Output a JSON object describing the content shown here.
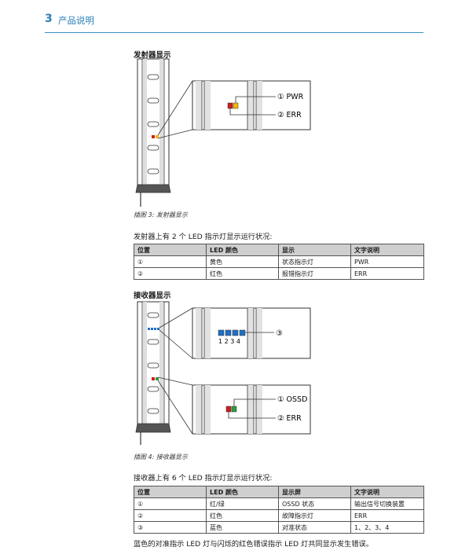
{
  "header": {
    "number": "3",
    "title": "产品说明"
  },
  "transmitter": {
    "heading": "发射器显示",
    "callouts": {
      "pwr": "① PWR",
      "err": "② ERR"
    },
    "caption": "插图 3: 发射器显示",
    "intro": "发射器上有 2 个 LED 指示灯显示运行状况:",
    "table": {
      "headers": [
        "位置",
        "LED 颜色",
        "显示",
        "文字说明"
      ],
      "rows": [
        [
          "①",
          "黄色",
          "状态指示灯",
          "PWR"
        ],
        [
          "②",
          "红色",
          "报错指示灯",
          "ERR"
        ]
      ]
    }
  },
  "receiver": {
    "heading": "接收器显示",
    "callouts": {
      "align": "③",
      "align_numbers": "1 2 3 4",
      "ossd": "① OSSD",
      "err": "② ERR"
    },
    "caption": "插图 4: 接收器显示",
    "intro": "接收器上有 6 个 LED 指示灯显示运行状况:",
    "table": {
      "headers": [
        "位置",
        "LED 颜色",
        "显示屏",
        "文字说明"
      ],
      "rows": [
        [
          "①",
          "红/绿",
          "OSSD 状态",
          "输出信号切换装置"
        ],
        [
          "②",
          "红色",
          "故障指示灯",
          "ERR"
        ],
        [
          "③",
          "蓝色",
          "对准状态",
          "1、2、3、4"
        ]
      ]
    },
    "note": "蓝色的对准指示 LED 灯与闪烁的红色错误指示 LED 灯共同显示发生错误。"
  },
  "colors": {
    "accent": "#2a7fb8",
    "led_yellow": "#f2b705",
    "led_red": "#d01c1c",
    "led_green": "#2e9e3e",
    "led_blue": "#1f6fc4"
  }
}
